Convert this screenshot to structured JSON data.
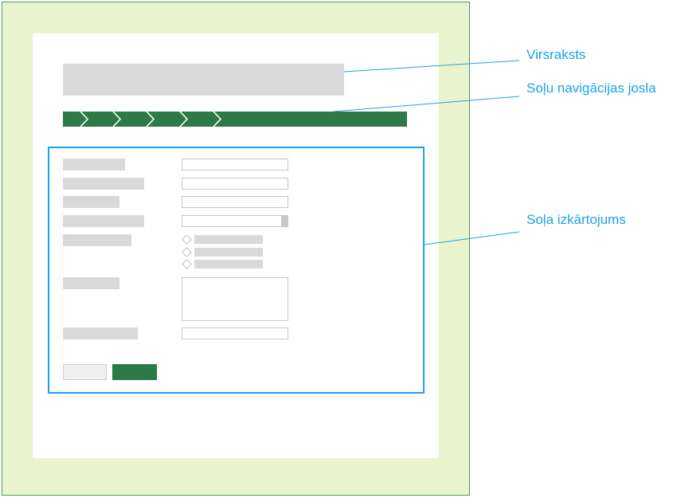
{
  "annotations": {
    "title": "Virsraksts",
    "step_nav": "Soļu navigācijas josla",
    "step_layout": "Soļa izkārtojums"
  },
  "colors": {
    "outer_bg": "#e9f4cf",
    "outer_border": "#4f9a5a",
    "accent_green": "#2c7a48",
    "callout_blue": "#1aa3e8",
    "placeholder_gray": "#d9d9d9"
  },
  "icons": {
    "step_arrow": "chevron-right-icon",
    "radio": "diamond-icon"
  }
}
